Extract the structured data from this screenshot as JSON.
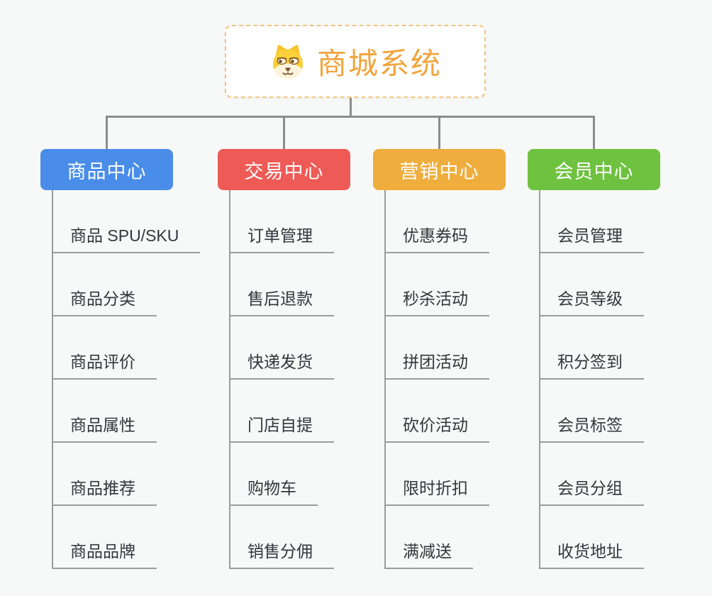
{
  "canvas": {
    "background": "#f7f8f8"
  },
  "root": {
    "title": "商城系统",
    "icon": "dog-face-icon",
    "text_color": "#f0a53c",
    "border_color": "#f2c47e"
  },
  "connector_color": "#8c8c8c",
  "underline_color": "#9c9c9c",
  "branches": [
    {
      "label": "商品中心",
      "color": "#4a8de8",
      "items": [
        "商品 SPU/SKU",
        "商品分类",
        "商品评价",
        "商品属性",
        "商品推荐",
        "商品品牌"
      ]
    },
    {
      "label": "交易中心",
      "color": "#ee5a55",
      "items": [
        "订单管理",
        "售后退款",
        "快递发货",
        "门店自提",
        "购物车",
        "销售分佣"
      ]
    },
    {
      "label": "营销中心",
      "color": "#eead3d",
      "items": [
        "优惠券码",
        "秒杀活动",
        "拼团活动",
        "砍价活动",
        "限时折扣",
        "满减送"
      ]
    },
    {
      "label": "会员中心",
      "color": "#6ec23f",
      "items": [
        "会员管理",
        "会员等级",
        "积分签到",
        "会员标签",
        "会员分组",
        "收货地址"
      ]
    }
  ]
}
